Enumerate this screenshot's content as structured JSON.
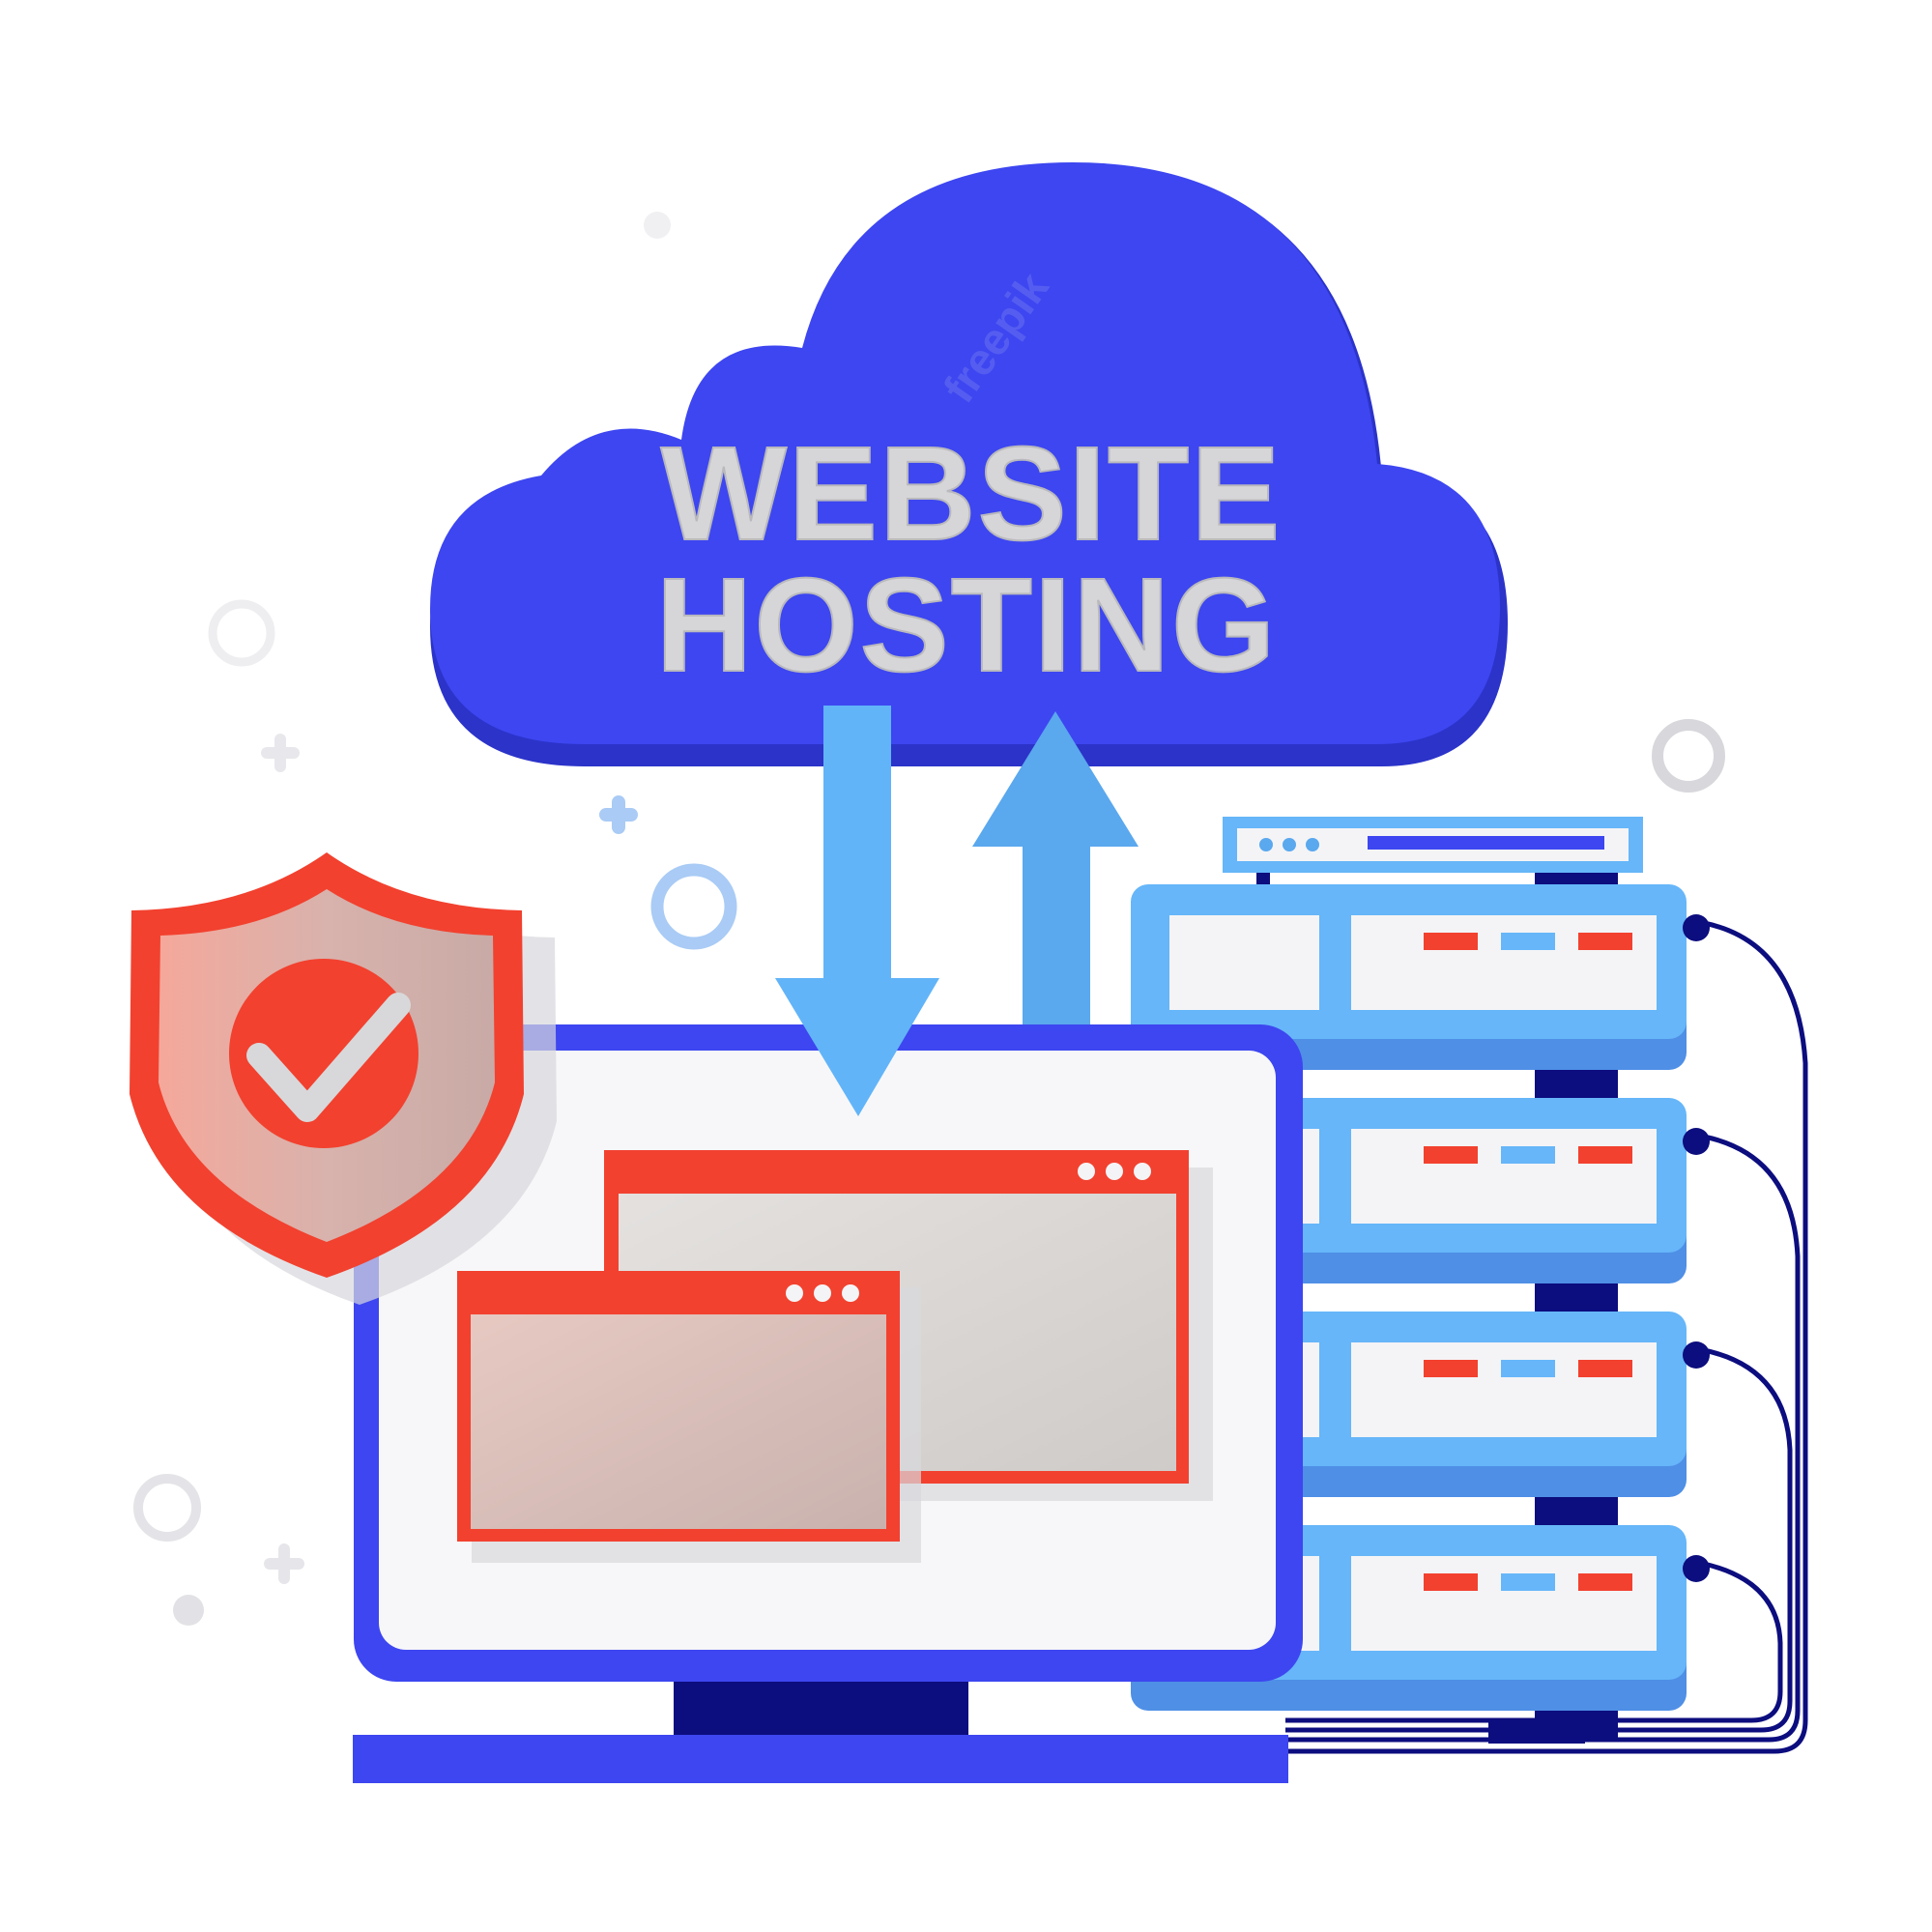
{
  "headline": {
    "line1": "WEBSITE",
    "line2": "HOSTING"
  },
  "watermark": "freepik",
  "colors": {
    "cloud": "#3D46F0",
    "cloud_shadow": "#2B33C9",
    "arrow": "#62B4F8",
    "monitor_frame": "#3D46F0",
    "monitor_stand": "#0C0D7E",
    "window_red": "#F2412F",
    "window_fill": "#D8D4D2",
    "shield": "#F2412F",
    "server_light": "#66B6F9",
    "server_dark": "#4F8FE6",
    "server_panel": "#F4F4F6",
    "cable": "#0C0D7E",
    "led_red": "#F2412F",
    "led_blue": "#66B6F9",
    "decor_gray": "#CFCFD6"
  },
  "icons": {
    "cloud": "cloud-icon",
    "shield": "shield-check-icon",
    "download": "arrow-down-icon",
    "upload": "arrow-up-icon",
    "monitor": "monitor-icon",
    "server": "server-rack-icon"
  }
}
